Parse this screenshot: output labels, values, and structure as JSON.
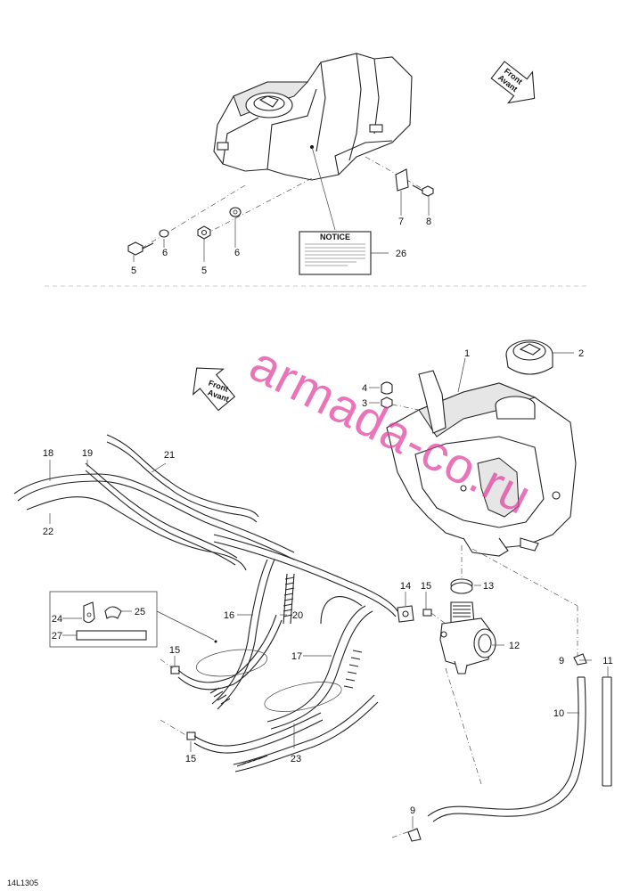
{
  "diagram": {
    "direction_arrows": [
      {
        "line1": "Front",
        "line2": "Avant"
      },
      {
        "line1": "Front",
        "line2": "Avant"
      }
    ],
    "callouts": {
      "c1": "1",
      "c2": "2",
      "c3": "3",
      "c4": "4",
      "c5a": "5",
      "c5b": "5",
      "c6a": "6",
      "c6b": "6",
      "c7": "7",
      "c8": "8",
      "c9a": "9",
      "c9b": "9",
      "c10": "10",
      "c11": "11",
      "c12": "12",
      "c13": "13",
      "c14": "14",
      "c15a": "15",
      "c15b": "15",
      "c15c": "15",
      "c16": "16",
      "c17": "17",
      "c18": "18",
      "c19": "19",
      "c20": "20",
      "c21": "21",
      "c22": "22",
      "c23": "23",
      "c24": "24",
      "c25": "25",
      "c26": "26",
      "c27": "27"
    },
    "notice_label_title": "NOTICE",
    "watermark": "armada-co.ru",
    "reference_code": "14L1305"
  }
}
